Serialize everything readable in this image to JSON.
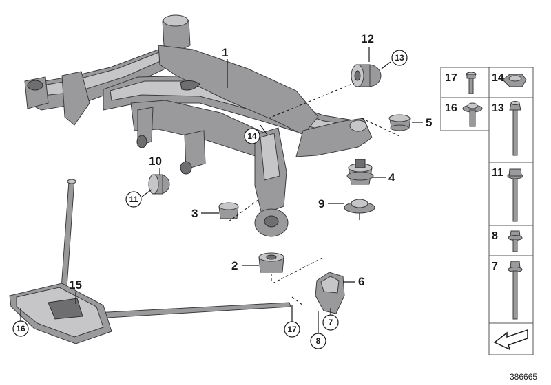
{
  "callouts": {
    "p1": "1",
    "p2": "2",
    "p3": "3",
    "p4": "4",
    "p5": "5",
    "p6": "6",
    "p7": "7",
    "p8": "8",
    "p9": "9",
    "p10": "10",
    "p11": "11",
    "p12": "12",
    "p13": "13",
    "p14": "14",
    "p15": "15",
    "p16": "16",
    "p17": "17"
  },
  "parts_box": {
    "r1_left": "17",
    "r1_right": "14",
    "r2_left": "16",
    "r2_right": "13",
    "r3": "11",
    "r4": "8",
    "r5": "7"
  },
  "doc_number": "386665",
  "colors": {
    "part": "#9a9a9c",
    "outline": "#3c3c3e",
    "text": "#1a1a1a"
  }
}
